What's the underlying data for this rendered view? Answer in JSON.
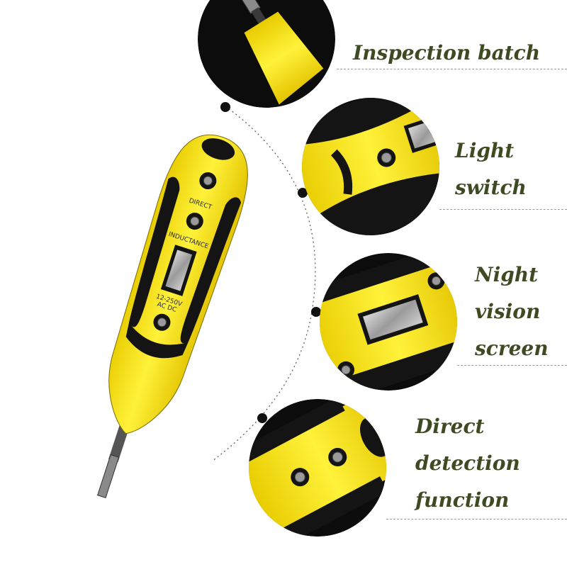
{
  "features": [
    {
      "id": "inspection",
      "lines": [
        "Inspection batch"
      ]
    },
    {
      "id": "light",
      "lines": [
        "Light",
        "switch"
      ]
    },
    {
      "id": "night",
      "lines": [
        "Night",
        "vision",
        "screen"
      ]
    },
    {
      "id": "direct",
      "lines": [
        "Direct",
        "detection",
        "function"
      ]
    }
  ],
  "pen_markings": {
    "direct": "DIRECT",
    "inductance": "INDUCTANCE",
    "voltage": "12-250V",
    "mode": "AC DC"
  },
  "colors": {
    "body_yellow": "#f5e000",
    "grip_black": "#141414",
    "label_text": "#3d4a22",
    "dash": "#9a9a9a"
  }
}
